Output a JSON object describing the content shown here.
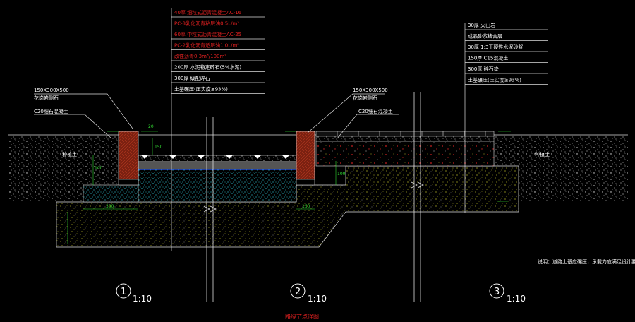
{
  "section1": {
    "callout_lines": [
      "40厚 细粒式沥青混凝土AC-16",
      "PC-3乳化沥青粘层油0.5L/m²",
      "60厚 中粒式沥青混凝土AC-25",
      "PC-2乳化沥青透层油1.0L/m²",
      "改性沥青0.3m³/100m²",
      "200厚 水泥稳定碎石(5%水泥)",
      "300厚 级配碎石",
      "土基碾压(压实度≥93%)"
    ],
    "callout_red_count": 5,
    "curb_label_1": "150X300X500",
    "curb_label_2": "花岗岩侧石",
    "concrete_label": "C20细石混凝土",
    "soil_label": "种植土",
    "number": "1",
    "scale": "1:10"
  },
  "section2": {
    "curb_label_1": "150X300X500",
    "curb_label_2": "花岗岩侧石",
    "concrete_label": "C20细石混凝土",
    "number": "2",
    "scale": "1:10"
  },
  "section3": {
    "callout_lines": [
      "30厚 火山岩",
      "成品砂浆结合层",
      "30厚 1:3干硬性水泥砂浆",
      "150厚 C15混凝土",
      "300厚 碎石垫",
      "土基碾压(压实度≥93%)"
    ],
    "soil_label": "种植土",
    "number": "3",
    "scale": "1:10"
  },
  "dimensions": [
    "20",
    "150",
    "100",
    "300",
    "150",
    "100"
  ],
  "note": "说明：道路土基应碾压，承载力应满足设计要求。",
  "caption": "路缘节点详图",
  "colors": {
    "background": "#000000",
    "line": "#ffffff",
    "red_text": "#e02020",
    "dimension": "#33dd33",
    "gravel": "#d8d830",
    "water_layer": "#30c8d8",
    "concrete_red": "#cc2020"
  }
}
